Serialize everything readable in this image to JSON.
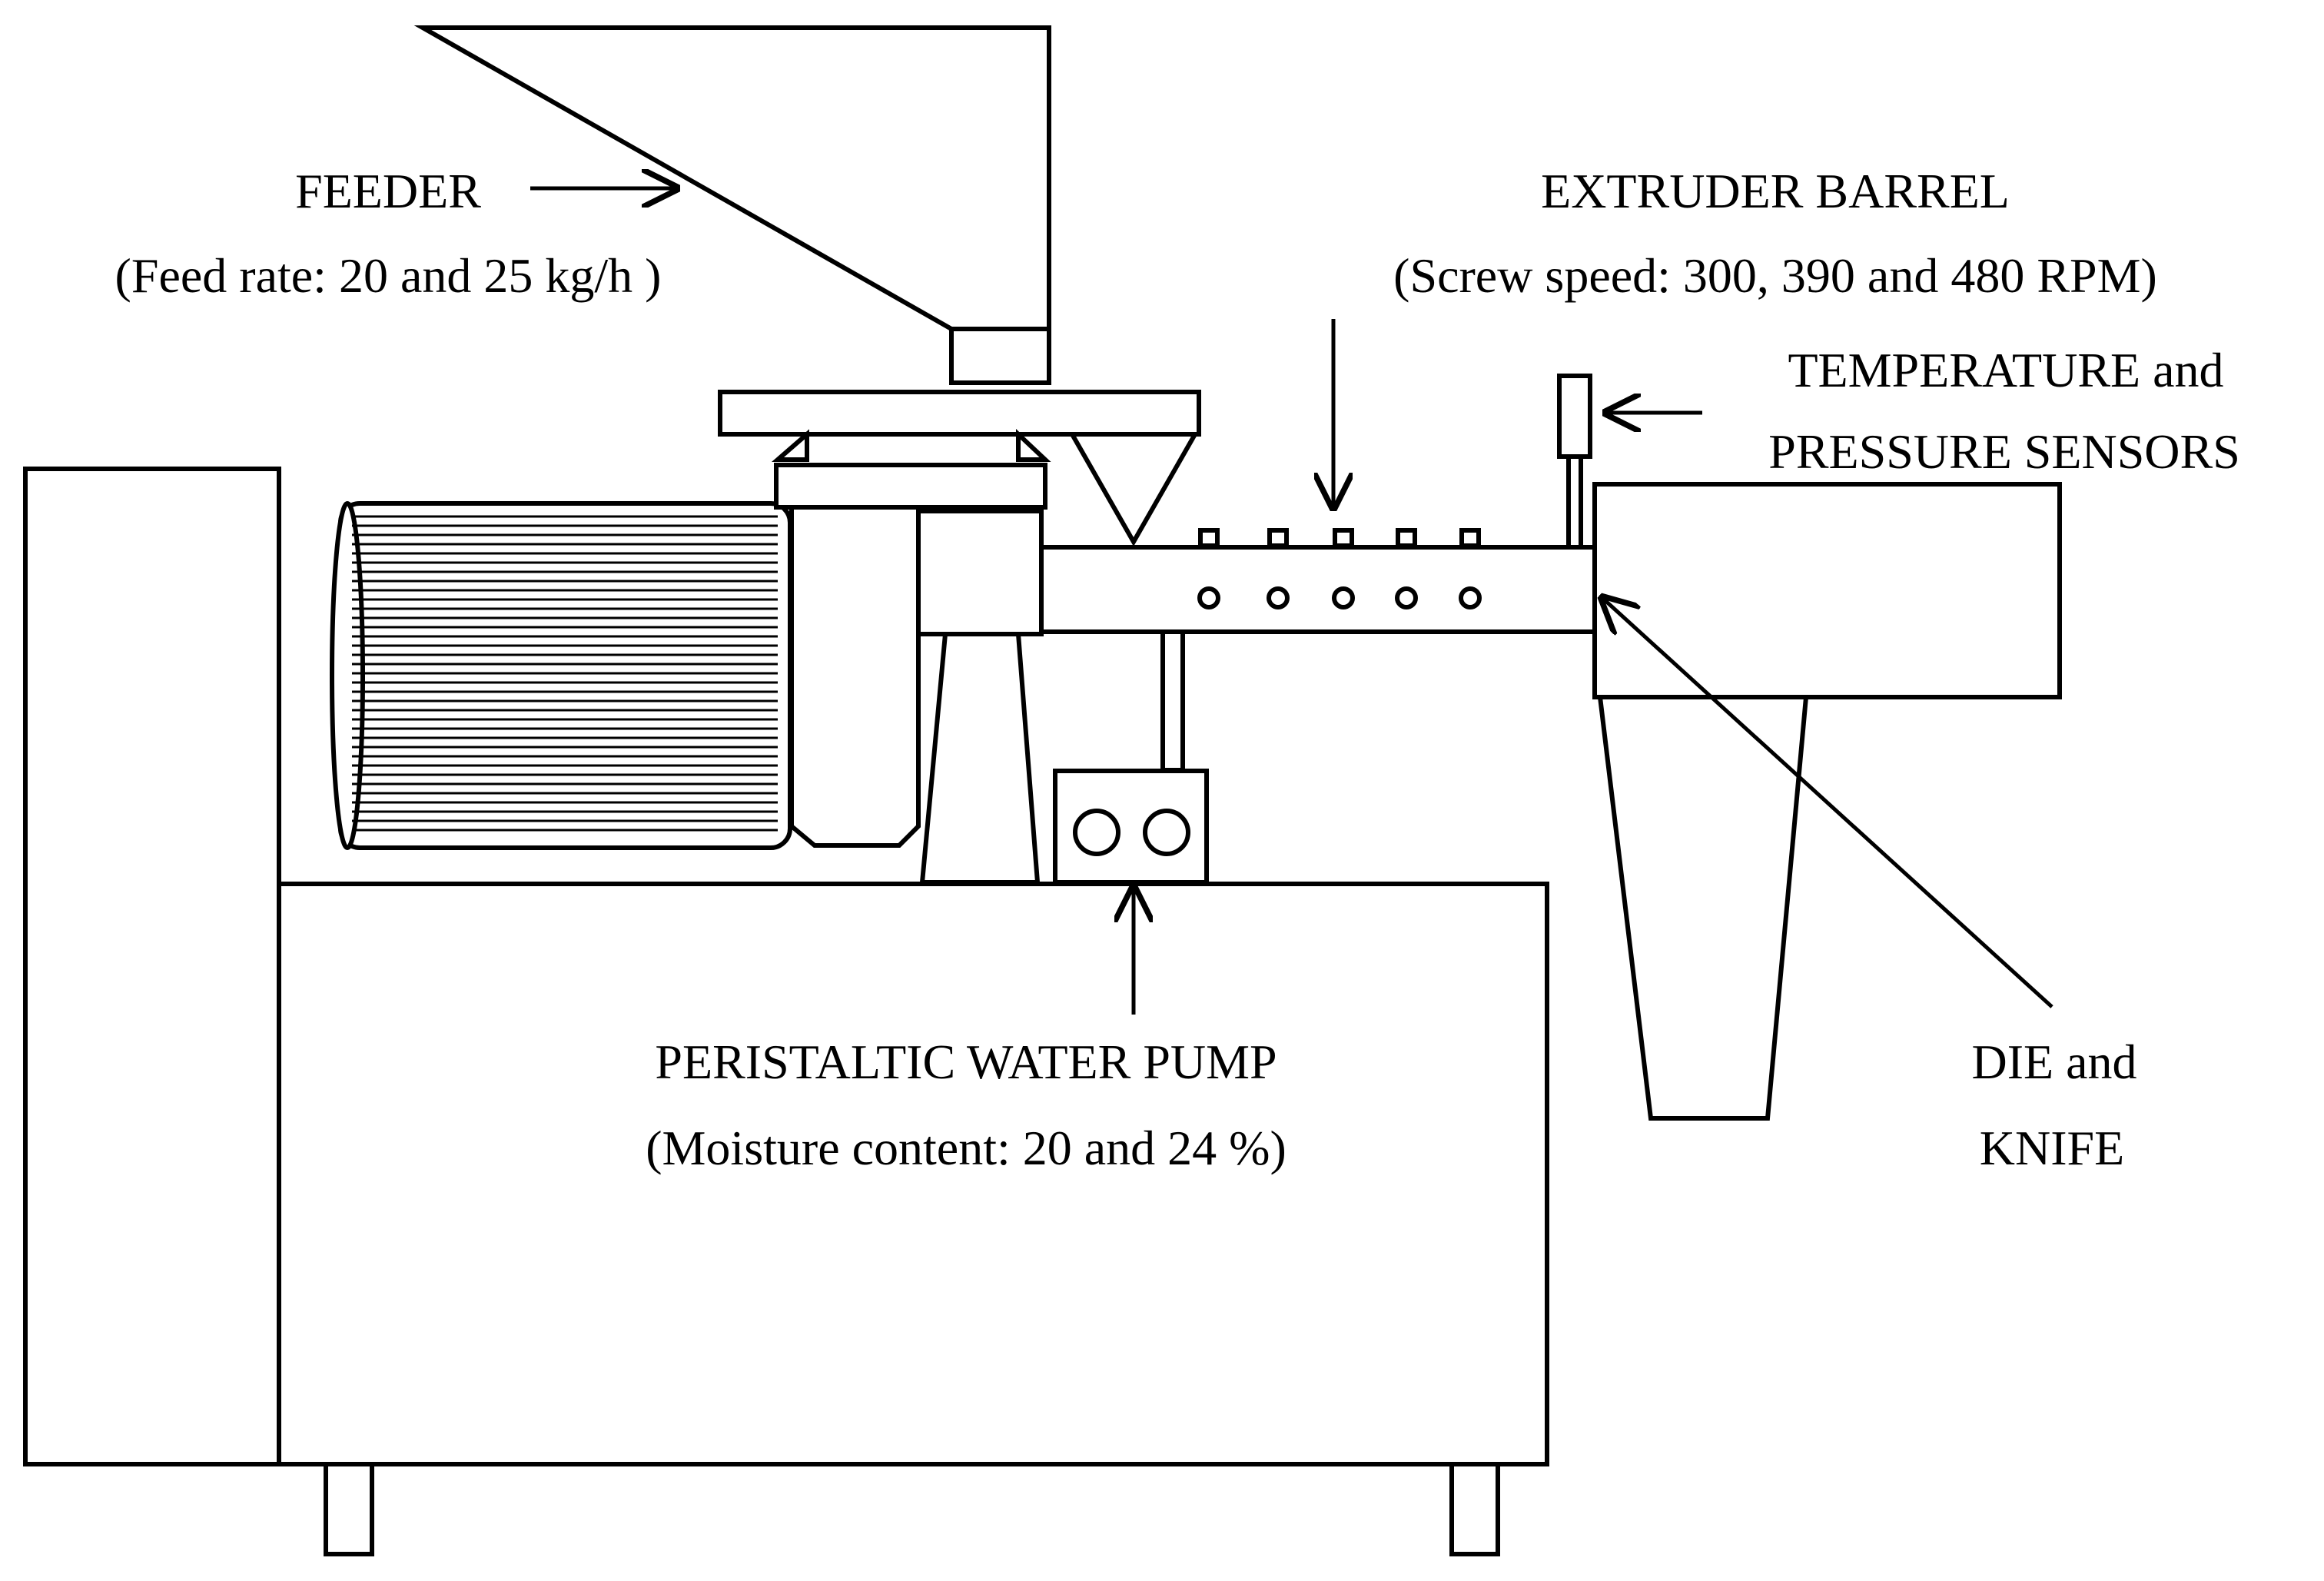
{
  "labels": {
    "feeder": {
      "line1": "FEEDER",
      "line2": "(Feed rate: 20 and 25 kg/h )"
    },
    "barrel": {
      "line1": "EXTRUDER BARREL",
      "line2": "(Screw speed: 300, 390 and 480 RPM)"
    },
    "sensors": {
      "line1": "TEMPERATURE and",
      "line2": "PRESSURE SENSORS"
    },
    "pump": {
      "line1": "PERISTALTIC WATER PUMP",
      "line2": "(Moisture content: 20 and 24 %)"
    },
    "die": {
      "line1": "DIE and",
      "line2": "KNIFE"
    }
  },
  "colors": {
    "stroke": "#000000",
    "background": "#ffffff"
  }
}
